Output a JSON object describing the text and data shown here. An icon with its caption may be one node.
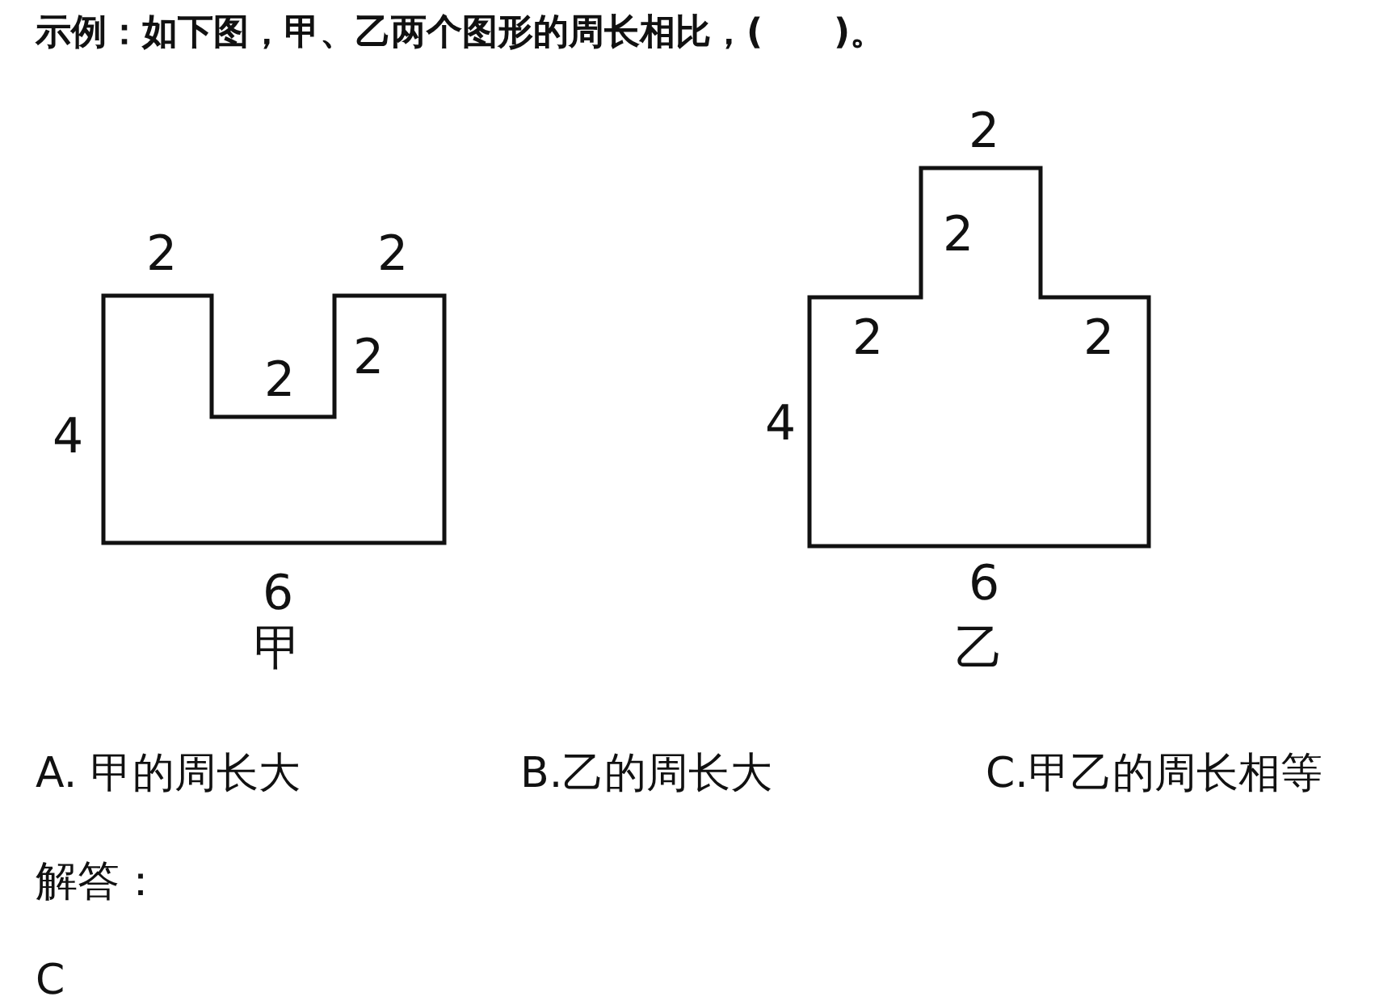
{
  "diagram": {
    "title": "示例：如下图，甲、乙两个图形的周长相比，(　　)。",
    "labels": [
      "2",
      "2",
      "2",
      "2",
      "4",
      "6",
      "甲",
      "2",
      "2",
      "2",
      "2",
      "4",
      "6",
      "乙",
      "A. 甲的周长大",
      "B.乙的周长大",
      "C.甲乙的周长相等",
      "解答：",
      "C"
    ]
  }
}
